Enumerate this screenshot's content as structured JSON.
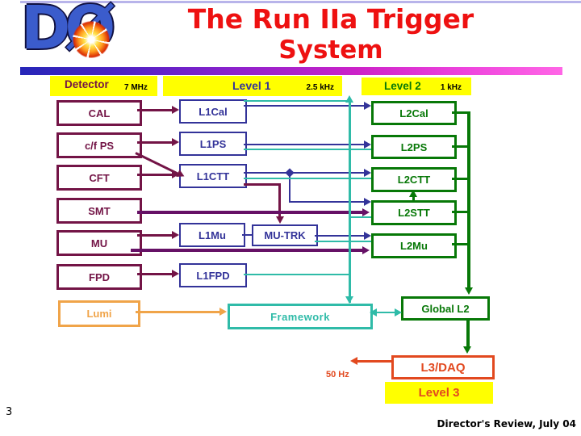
{
  "slide": {
    "page_number": "3",
    "footer": "Director's Review, July 04"
  },
  "title": {
    "line1": "The Run IIa Trigger",
    "line2": "System"
  },
  "logo": {
    "text": "DØ"
  },
  "headers": {
    "detector": {
      "label": "Detector",
      "rate": "7 MHz"
    },
    "level1": {
      "label": "Level 1",
      "rate": "2.5 kHz"
    },
    "level2": {
      "label": "Level 2",
      "rate": "1 kHz"
    },
    "level3": {
      "label": "Level 3"
    },
    "l3_rate": "50 Hz"
  },
  "boxes": {
    "detector": [
      "CAL",
      "c/f PS",
      "CFT",
      "SMT",
      "MU",
      "FPD"
    ],
    "lumi": "Lumi",
    "level1": [
      "L1Cal",
      "L1PS",
      "L1CTT",
      "L1Mu",
      "MU-TRK",
      "L1FPD"
    ],
    "level2": [
      "L2Cal",
      "L2PS",
      "L2CTT",
      "L2STT",
      "L2Mu"
    ],
    "framework": "Framework",
    "global_l2": "Global L2",
    "l3_daq": "L3/DAQ"
  },
  "colors": {
    "maroon": "#731446",
    "purple": "#661166",
    "navy": "#333399",
    "green": "#077807",
    "teal": "#2fbba8",
    "orange": "#f0a449",
    "redorange": "#e2491f",
    "red": "#ee1111",
    "yellow": "#ffff00"
  }
}
